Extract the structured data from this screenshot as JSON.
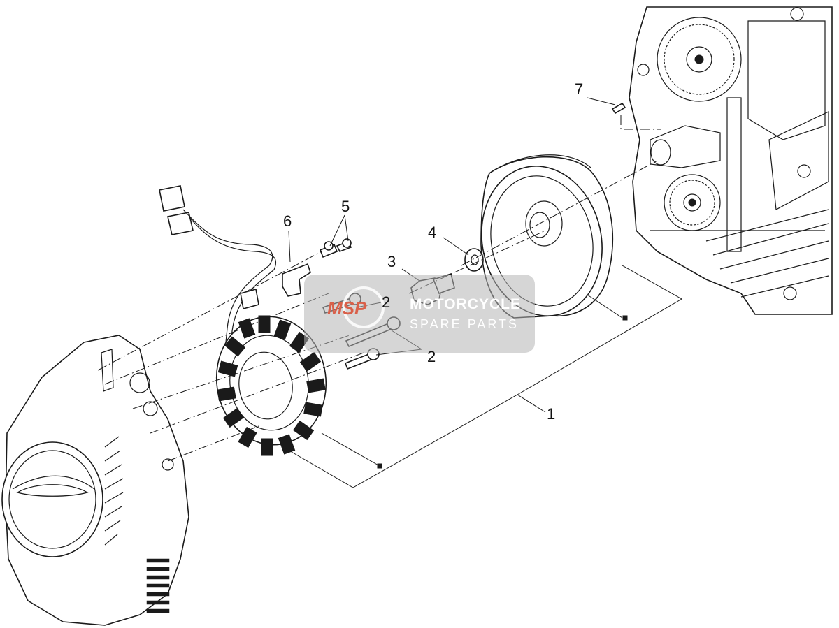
{
  "diagram": {
    "callouts": [
      "1",
      "2",
      "2",
      "3",
      "4",
      "5",
      "6",
      "7"
    ],
    "watermark": {
      "logo": "MSP",
      "title": "MOTORCYCLE",
      "subtitle": "SPARE PARTS"
    }
  }
}
